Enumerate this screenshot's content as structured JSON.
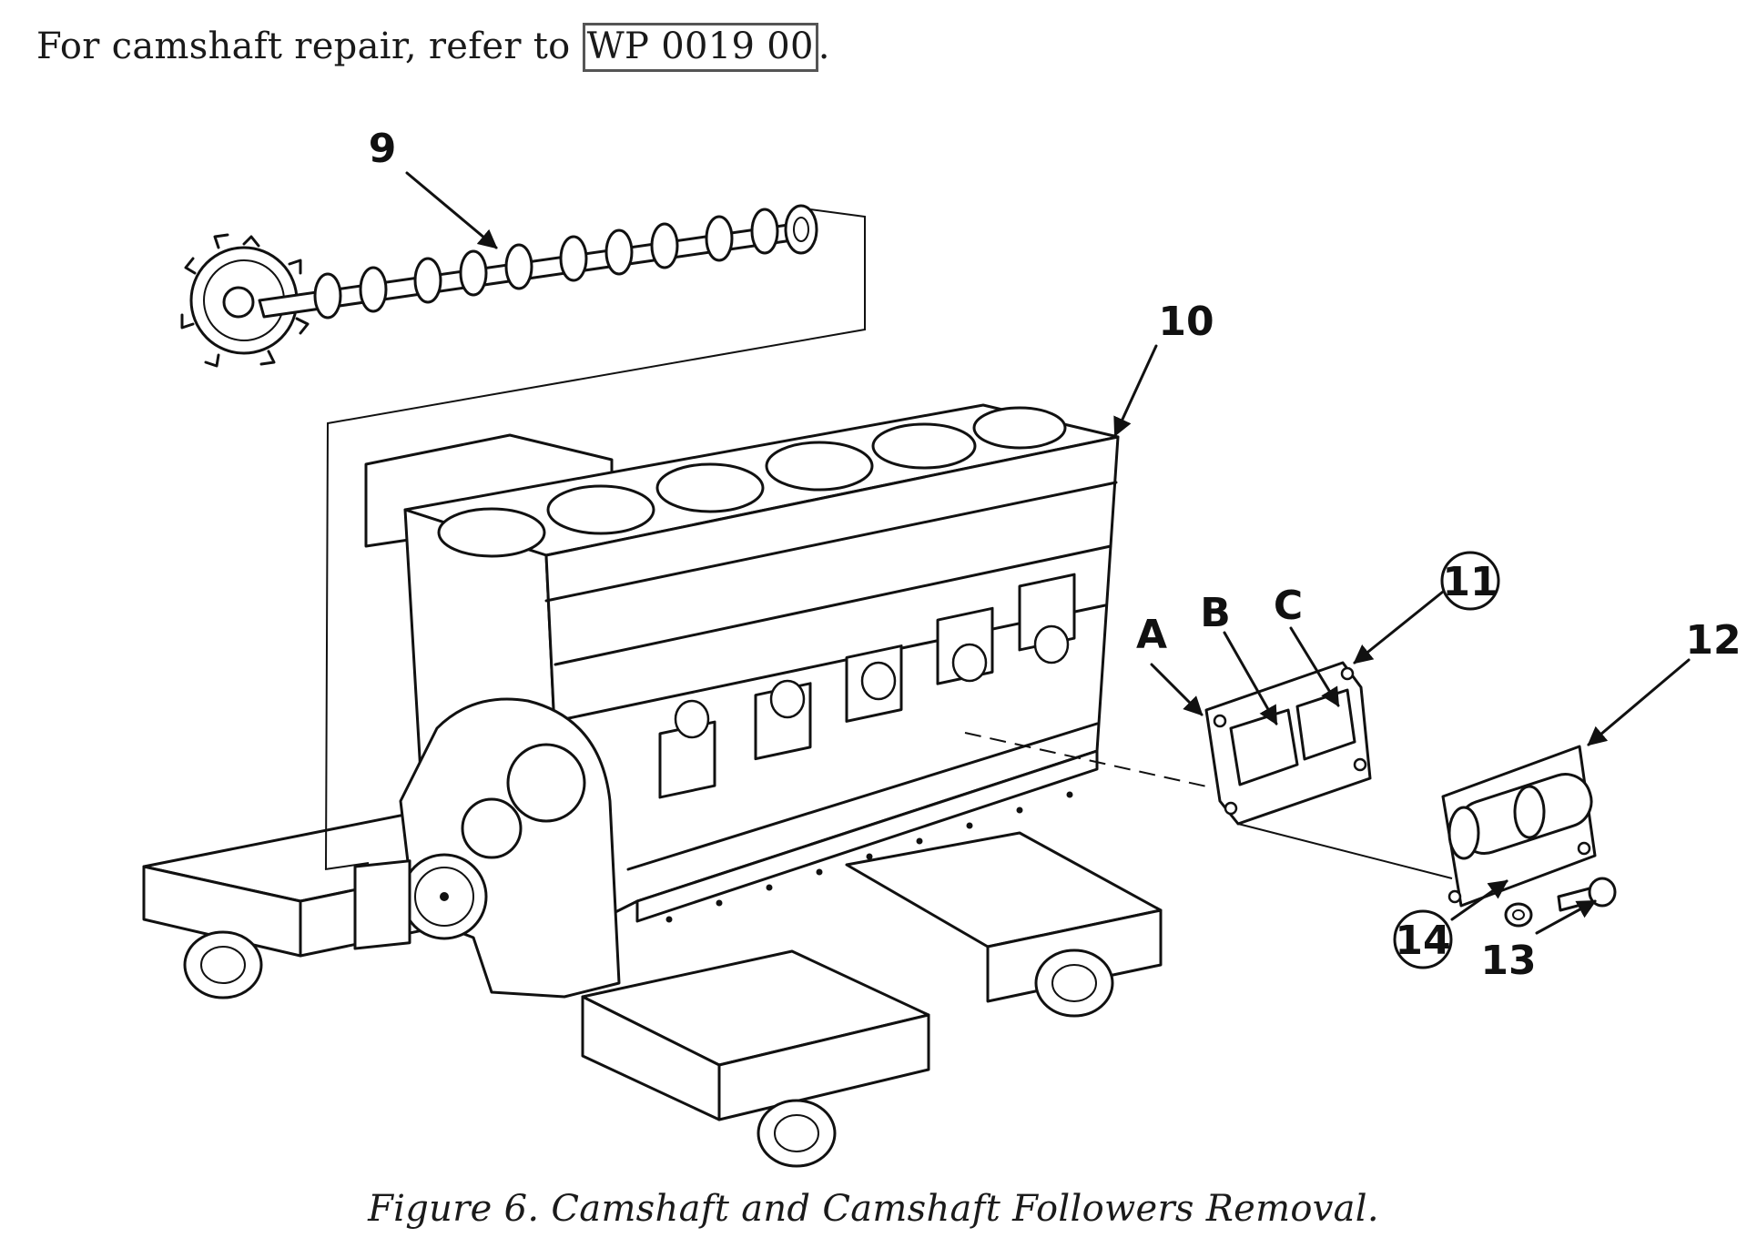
{
  "header": {
    "intro_text": "For camshaft repair, refer to",
    "link_text": "WP 0019 00",
    "trailing": "."
  },
  "figure": {
    "caption": "Figure 6.  Camshaft and Camshaft Followers Removal.",
    "callouts": {
      "c9": "9",
      "c10": "10",
      "c11": "11",
      "c12": "12",
      "c13": "13",
      "c14": "14",
      "cA": "A",
      "cB": "B",
      "cC": "C"
    }
  }
}
